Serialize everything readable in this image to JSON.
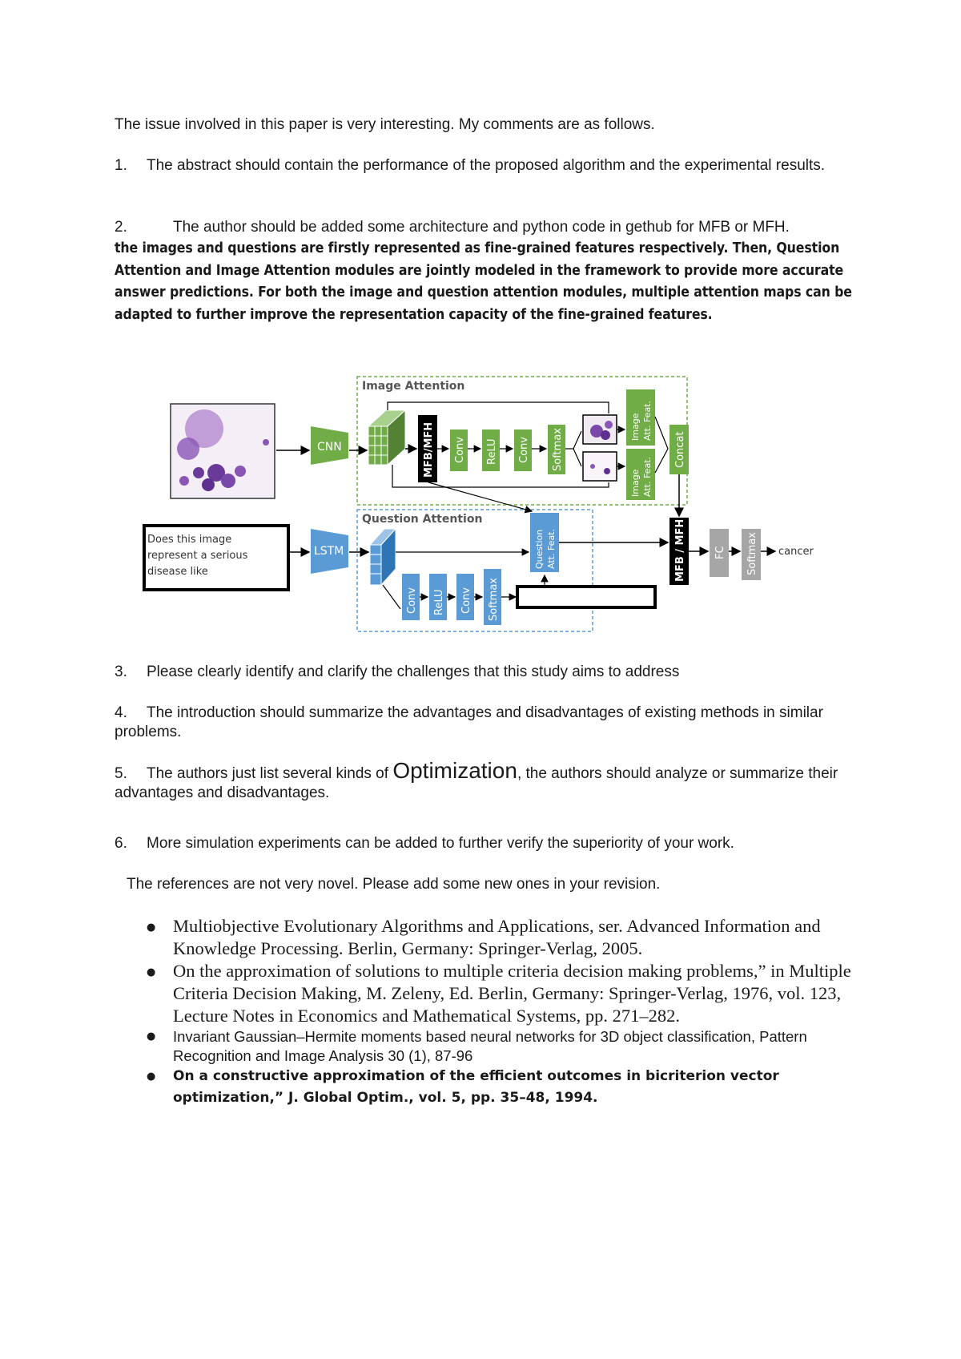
{
  "intro": "The issue involved in this paper is very interesting. My comments are as follows.",
  "comments": [
    {
      "num": "1.",
      "text": "The abstract should contain the performance of the proposed algorithm and the experimental results."
    },
    {
      "num": "2.",
      "text": "The author should be added some architecture and python code in gethub for MFB or MFH.",
      "extra": "the images and questions are firstly represented as fine-grained features respectively. Then, Question Attention and Image Attention modules are jointly modeled in the framework to provide more accurate answer predictions. For both the image and question attention modules, multiple attention maps can be adapted to further improve the representation capacity of the fine-grained features."
    },
    {
      "num": "3.",
      "text": "Please clearly identify and clarify the challenges that this study aims to address"
    },
    {
      "num": "4.",
      "text": "The introduction should summarize the advantages and disadvantages of existing methods in similar problems."
    },
    {
      "num": "5.",
      "pre": "The authors just list several kinds of ",
      "big": "Optimization",
      "post": ", the authors should analyze or summarize their advantages and disadvantages."
    },
    {
      "num": "6.",
      "text": "More simulation experiments can be added to further verify the superiority of your work."
    }
  ],
  "references_intro": "The references are not very novel. Please add some new ones in your revision.",
  "references": [
    "Multiobjective Evolutionary Algorithms and Applications, ser. Advanced Information and Knowledge Processing. Berlin, Germany: Springer-Verlag, 2005.",
    "On the approximation of solutions to multiple criteria decision making problems,” in Multiple Criteria Decision Making, M. Zeleny, Ed. Berlin, Germany: Springer-Verlag, 1976, vol. 123, Lecture Notes in Economics and Mathematical Systems, pp. 271–282.",
    "Invariant Gaussian–Hermite moments based neural networks for 3D object classification, Pattern Recognition and Image Analysis 30 (1), 87-96",
    "On a constructive approximation of the efficient outcomes in bicriterion vector optimization,” J. Global Optim., vol. 5, pp. 35–48, 1994."
  ],
  "figure": {
    "image_attention_title": "Image Attention",
    "question_attention_title": "Question Attention",
    "question_text": [
      "Does this image",
      "represent a serious",
      "disease like"
    ],
    "cnn": "CNN",
    "lstm": "LSTM",
    "mfb_mfh_image": "MFB/MFH",
    "mfb_mfh_final": "MFB / MFH",
    "conv": "Conv",
    "relu": "ReLU",
    "softmax": "Softmax",
    "image_att_feat": [
      "Image",
      "Att. Feat."
    ],
    "concat": "Concat",
    "question_att_feat": [
      "Question",
      "Att. Feat."
    ],
    "fc": "FC",
    "answer": "cancer",
    "colors": {
      "green": "#70ad47",
      "blue": "#5b9bd5",
      "grey": "#a6a6a6",
      "black": "#000000"
    }
  }
}
